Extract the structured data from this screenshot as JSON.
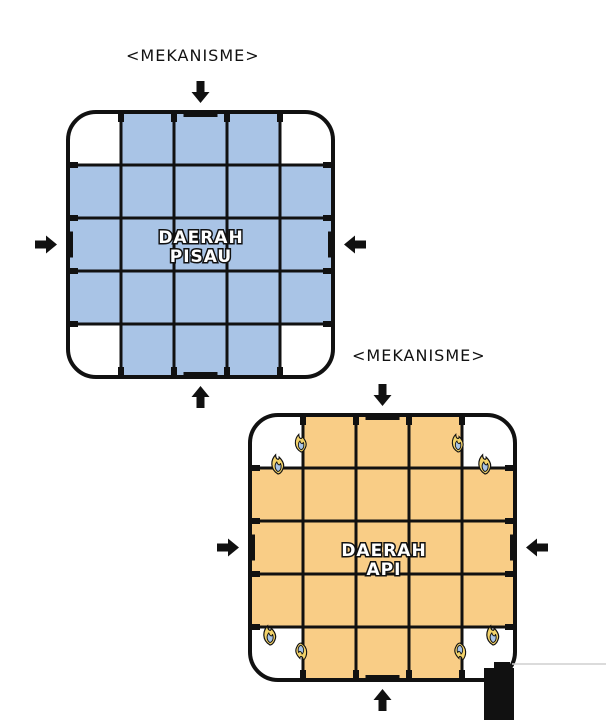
{
  "diagrams": [
    {
      "caption": "<MEKANISME>",
      "zone_label_line1": "DAERAH",
      "zone_label_line2": "PISAU",
      "zone_color": "#a9c4e6",
      "has_flames": false
    },
    {
      "caption": "<MEKANISME>",
      "zone_label_line1": "DAERAH",
      "zone_label_line2": "API",
      "zone_color": "#f9cd86",
      "has_flames": true
    }
  ],
  "colors": {
    "outline": "#111111",
    "corner_empty": "#ffffff",
    "flame_blue": "#a9c4e6",
    "flame_yellow": "#f3d36b"
  },
  "icons": [
    "arrow-down-icon",
    "arrow-up-icon",
    "arrow-right-icon",
    "arrow-left-icon",
    "gate-icon",
    "flame-icon"
  ]
}
